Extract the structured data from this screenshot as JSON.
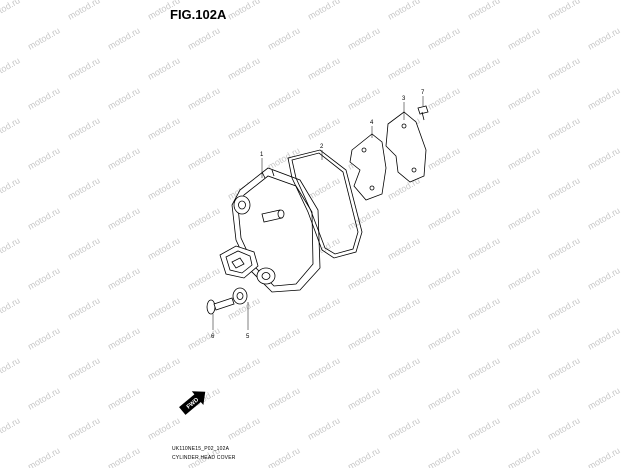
{
  "figure": {
    "title": "FIG.102A",
    "code": "UK110NE15_P02_102A",
    "caption": "CYLINDER HEAD COVER"
  },
  "watermark": {
    "text": "motod.ru"
  },
  "callouts": [
    "1",
    "2",
    "3",
    "4",
    "5",
    "6",
    "7"
  ],
  "fwd_label": "FWD"
}
